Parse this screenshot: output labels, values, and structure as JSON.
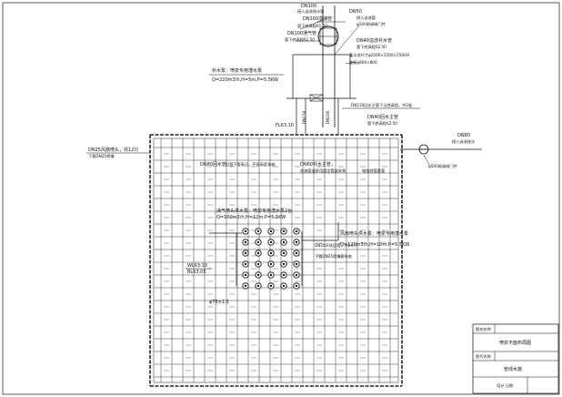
{
  "top_labels": {
    "dn100": "DN100",
    "dn100_in": "接入溢流排水管",
    "dn100_overflow": "DN100溢流管",
    "bottom_elev_61": "管下底高程61.00",
    "dn100_vent": "DN100通气管",
    "bottom_elev_6250a": "管下底高程62.50",
    "dn50": "DN50",
    "dn50_in": "接入溢流管",
    "valve_100": "φ100闸阀闸门井",
    "dn40_pipe": "DN40溢流补水管",
    "bottom_elev_6250b": "管下底高程62.50",
    "pool_size": "蓄水池尺寸φ2500×2500×1500H",
    "pool_cover": "盖板φ800×800"
  },
  "pump_top": {
    "title": "补水泵：喷泉专用潜水泵",
    "spec": "Q=220m3/h,H=5m,P=5.5KW",
    "fl": "FL63.10",
    "v1": "DN150",
    "v2": "DN100"
  },
  "right_labels": {
    "dn150_water": "DN150回水主管下沿底高程，共2处",
    "dn40_water": "DN40回水主管",
    "bottom_elev_6250c": "管下底高程62.50",
    "dn80": "DN80",
    "dn80_in": "接入溢流排水",
    "valve_500": "φ500闸阀闸门井"
  },
  "left_labels": {
    "dn25": "DN25风扇喷头，共12只",
    "dn25_sub": "下管DN25喷嘴"
  },
  "inner_labels": {
    "dn80_main": "DN80回水管",
    "dn80_note": "沿管下管高沿，平面高度穿越",
    "dn60_main": "DN60补水主管，",
    "dn60_note": "实施管道采用固定管架安装",
    "cable": "电缆线管套管",
    "breather_title": "涌气喷头供水泵：喷泉专用潜水泵2台",
    "breather_spec": "Q=100m3/h,H=12m,P=5.5KW",
    "fan_title": "风扇喷头供水泵：喷泉专用潜水泵",
    "fan_spec": "Q=120m3/h,H=10m,P=5.5KW",
    "dn25_water": "DN25环状回管，共24只",
    "dn25_water_sub": "下管DN25喷嘴直射电",
    "wl": "WL63.10",
    "bl": "BL63.05",
    "pipe_76": "φ76×1.2"
  },
  "title_block": {
    "r1": "图名名称",
    "r1_value": "喷泉平面布局图",
    "r2": "图号名称",
    "r2_value": "管线水施",
    "r3": "设计 日期"
  },
  "colors": {
    "line": "#111111",
    "grid": "#222222",
    "paper": "#ffffff"
  }
}
